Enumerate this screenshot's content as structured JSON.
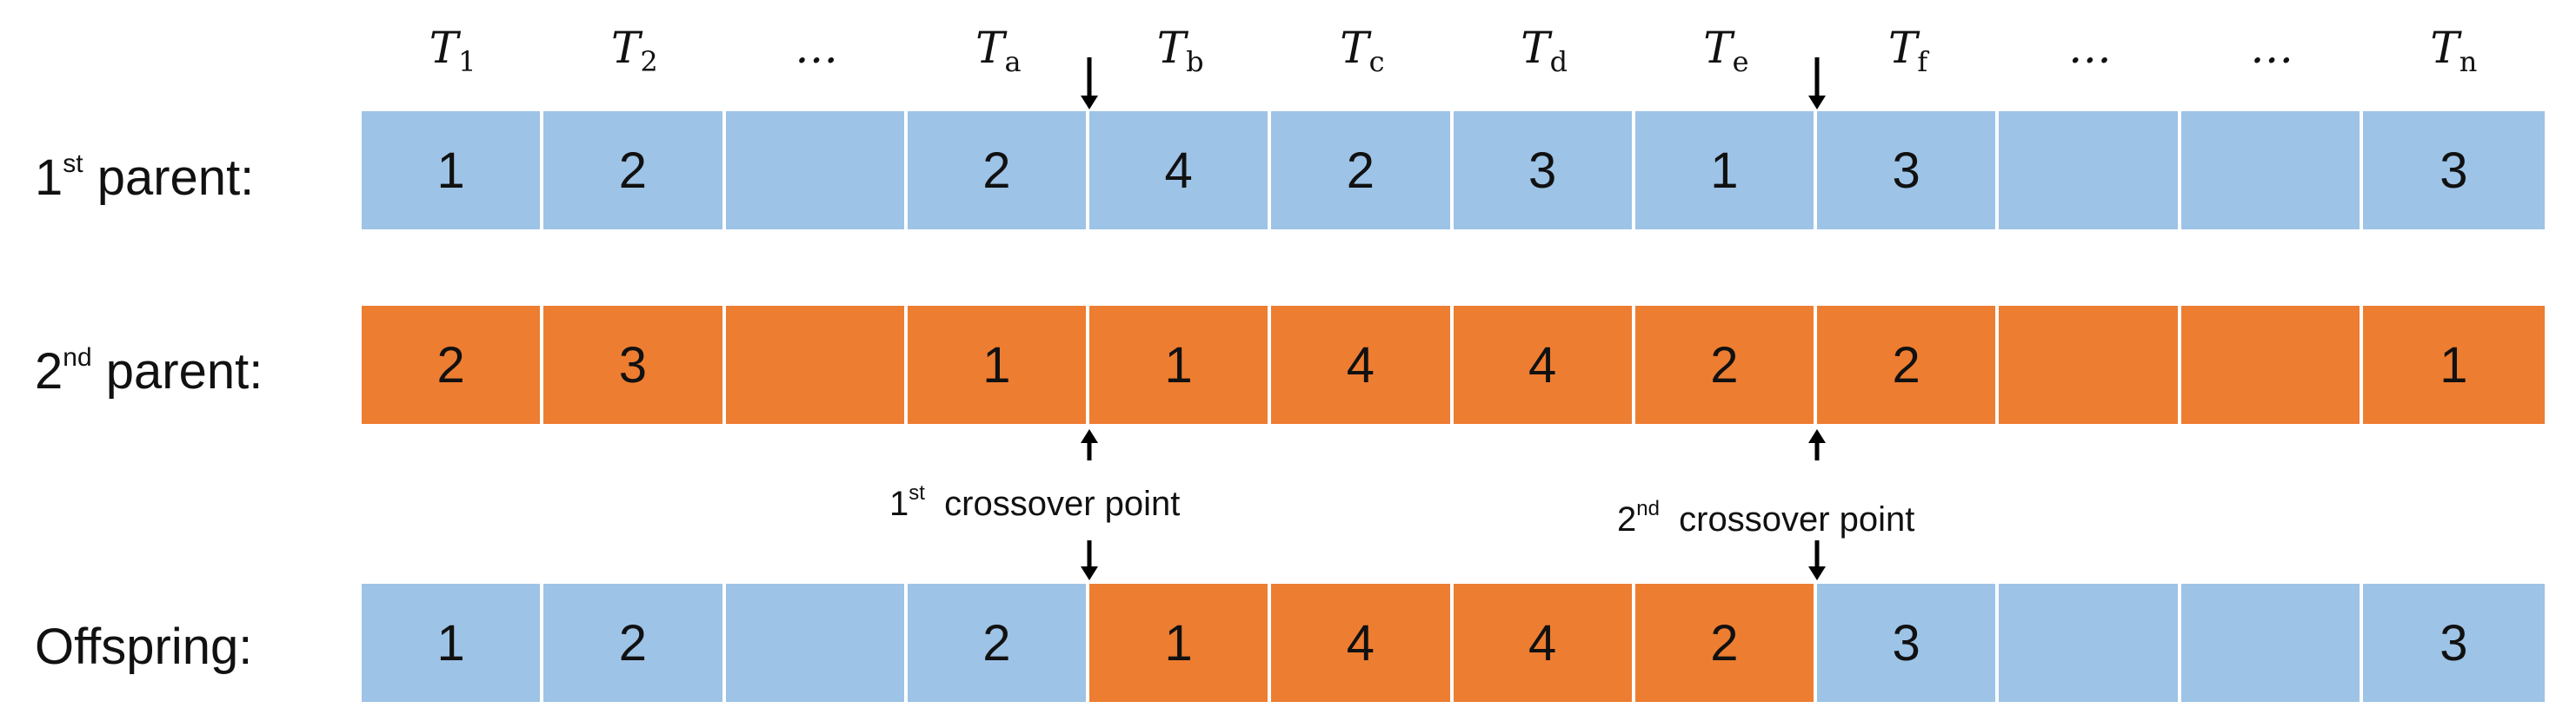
{
  "columns": [
    {
      "base": "T",
      "sub": "1"
    },
    {
      "base": "T",
      "sub": "2"
    },
    {
      "base": "…",
      "sub": ""
    },
    {
      "base": "T",
      "sub": "a"
    },
    {
      "base": "T",
      "sub": "b"
    },
    {
      "base": "T",
      "sub": "c"
    },
    {
      "base": "T",
      "sub": "d"
    },
    {
      "base": "T",
      "sub": "e"
    },
    {
      "base": "T",
      "sub": "f"
    },
    {
      "base": "…",
      "sub": ""
    },
    {
      "base": "…",
      "sub": ""
    },
    {
      "base": "T",
      "sub": "n"
    }
  ],
  "rows": [
    {
      "label_prefix": "1",
      "label_sup": "st",
      "label_text": " parent:",
      "cells": [
        {
          "value": "1",
          "color": "blue"
        },
        {
          "value": "2",
          "color": "blue"
        },
        {
          "value": "",
          "color": "blue"
        },
        {
          "value": "2",
          "color": "blue"
        },
        {
          "value": "4",
          "color": "blue"
        },
        {
          "value": "2",
          "color": "blue"
        },
        {
          "value": "3",
          "color": "blue"
        },
        {
          "value": "1",
          "color": "blue"
        },
        {
          "value": "3",
          "color": "blue"
        },
        {
          "value": "",
          "color": "blue"
        },
        {
          "value": "",
          "color": "blue"
        },
        {
          "value": "3",
          "color": "blue"
        }
      ]
    },
    {
      "label_prefix": "2",
      "label_sup": "nd",
      "label_text": " parent:",
      "cells": [
        {
          "value": "2",
          "color": "orange"
        },
        {
          "value": "3",
          "color": "orange"
        },
        {
          "value": "",
          "color": "orange"
        },
        {
          "value": "1",
          "color": "orange"
        },
        {
          "value": "1",
          "color": "orange"
        },
        {
          "value": "4",
          "color": "orange"
        },
        {
          "value": "4",
          "color": "orange"
        },
        {
          "value": "2",
          "color": "orange"
        },
        {
          "value": "2",
          "color": "orange"
        },
        {
          "value": "",
          "color": "orange"
        },
        {
          "value": "",
          "color": "orange"
        },
        {
          "value": "1",
          "color": "orange"
        }
      ]
    },
    {
      "label_prefix": "",
      "label_sup": "",
      "label_text": "Offspring:",
      "cells": [
        {
          "value": "1",
          "color": "blue"
        },
        {
          "value": "2",
          "color": "blue"
        },
        {
          "value": "",
          "color": "blue"
        },
        {
          "value": "2",
          "color": "blue"
        },
        {
          "value": "1",
          "color": "orange"
        },
        {
          "value": "4",
          "color": "orange"
        },
        {
          "value": "4",
          "color": "orange"
        },
        {
          "value": "2",
          "color": "orange"
        },
        {
          "value": "3",
          "color": "blue"
        },
        {
          "value": "",
          "color": "blue"
        },
        {
          "value": "",
          "color": "blue"
        },
        {
          "value": "3",
          "color": "blue"
        }
      ]
    }
  ],
  "crossover_points": [
    {
      "after_column": 3,
      "prefix": "1",
      "sup": "st",
      "text": "  crossover point"
    },
    {
      "after_column": 7,
      "prefix": "2",
      "sup": "nd",
      "text": "  crossover point"
    }
  ],
  "colors": {
    "blue": "#9dc3e6",
    "orange": "#ed7d31",
    "separator": "#ffffff",
    "arrow": "#000000"
  }
}
